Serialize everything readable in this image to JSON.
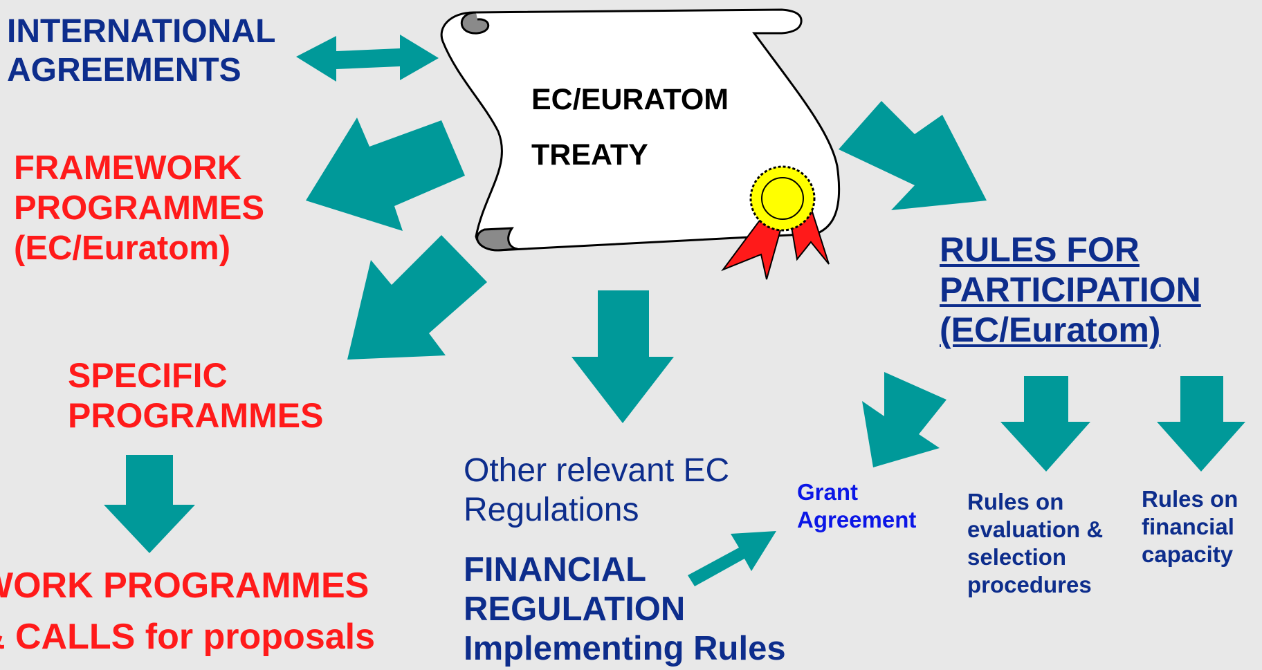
{
  "treaty": {
    "line1": "EC/EURATOM",
    "line2": "TREATY"
  },
  "international_agreements": {
    "line1": "INTERNATIONAL",
    "line2": "AGREEMENTS"
  },
  "framework_programmes": {
    "line1": "FRAMEWORK",
    "line2": "PROGRAMMES",
    "line3": "(EC/Euratom)"
  },
  "specific_programmes": {
    "line1": "SPECIFIC",
    "line2": "PROGRAMMES"
  },
  "work_programmes": {
    "line1": "WORK PROGRAMMES",
    "line2": "& CALLS for proposals"
  },
  "other_regulations": {
    "line1": "Other relevant EC",
    "line2": "Regulations"
  },
  "financial_regulation": {
    "line1": "FINANCIAL",
    "line2": "REGULATION",
    "line3": "Implementing Rules"
  },
  "rules_participation": {
    "line1": "RULES FOR",
    "line2": "PARTICIPATION",
    "line3": "(EC/Euratom)"
  },
  "grant_agreement": {
    "line1": "Grant",
    "line2": "Agreement"
  },
  "rules_evaluation": {
    "line1": "Rules on",
    "line2": "evaluation &",
    "line3": "selection",
    "line4": "procedures"
  },
  "rules_financial": {
    "line1": "Rules on",
    "line2": "financial",
    "line3": "capacity"
  },
  "colors": {
    "background": "#e8e8e8",
    "arrow_teal": "#009999",
    "heading_blue": "#0d2d8c",
    "heading_red": "#ff1a1a",
    "grant_blue": "#0b16e6",
    "seal_yellow": "#ffff00",
    "ribbon_red": "#ff1a1a"
  }
}
